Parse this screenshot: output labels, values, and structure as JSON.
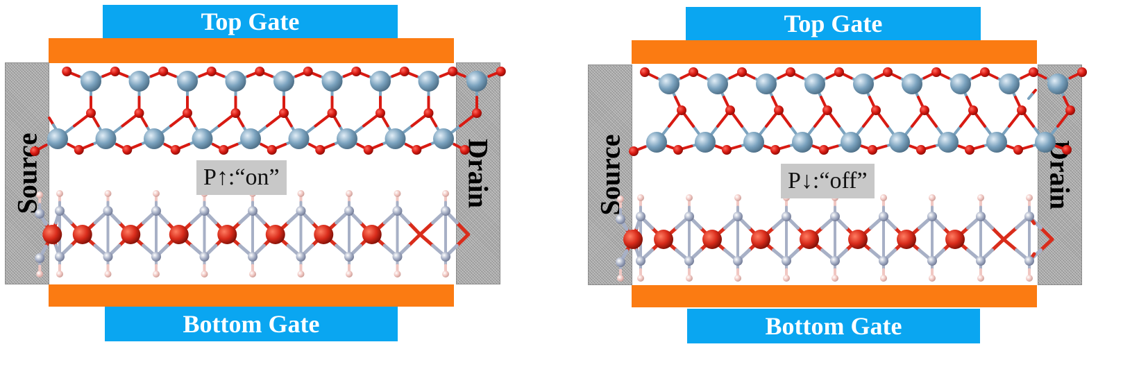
{
  "labels": {
    "top_gate": "Top Gate",
    "bottom_gate": "Bottom Gate",
    "source": "Source",
    "drain": "Drain"
  },
  "panels": [
    {
      "id": "left",
      "state": "P↑:“on”"
    },
    {
      "id": "right",
      "state": "P↓:“off”"
    }
  ],
  "colors": {
    "gate": "#0aa6f1",
    "dielectric": "#fb7b12",
    "electrode": "#a8a8a8",
    "oxygen": "#d81a12",
    "metal_ion": "#7aa2be",
    "nitrogen": "#a7b0c6",
    "hydrogen": "#f1c7c2",
    "bottom_metal": "#d92c1b"
  }
}
